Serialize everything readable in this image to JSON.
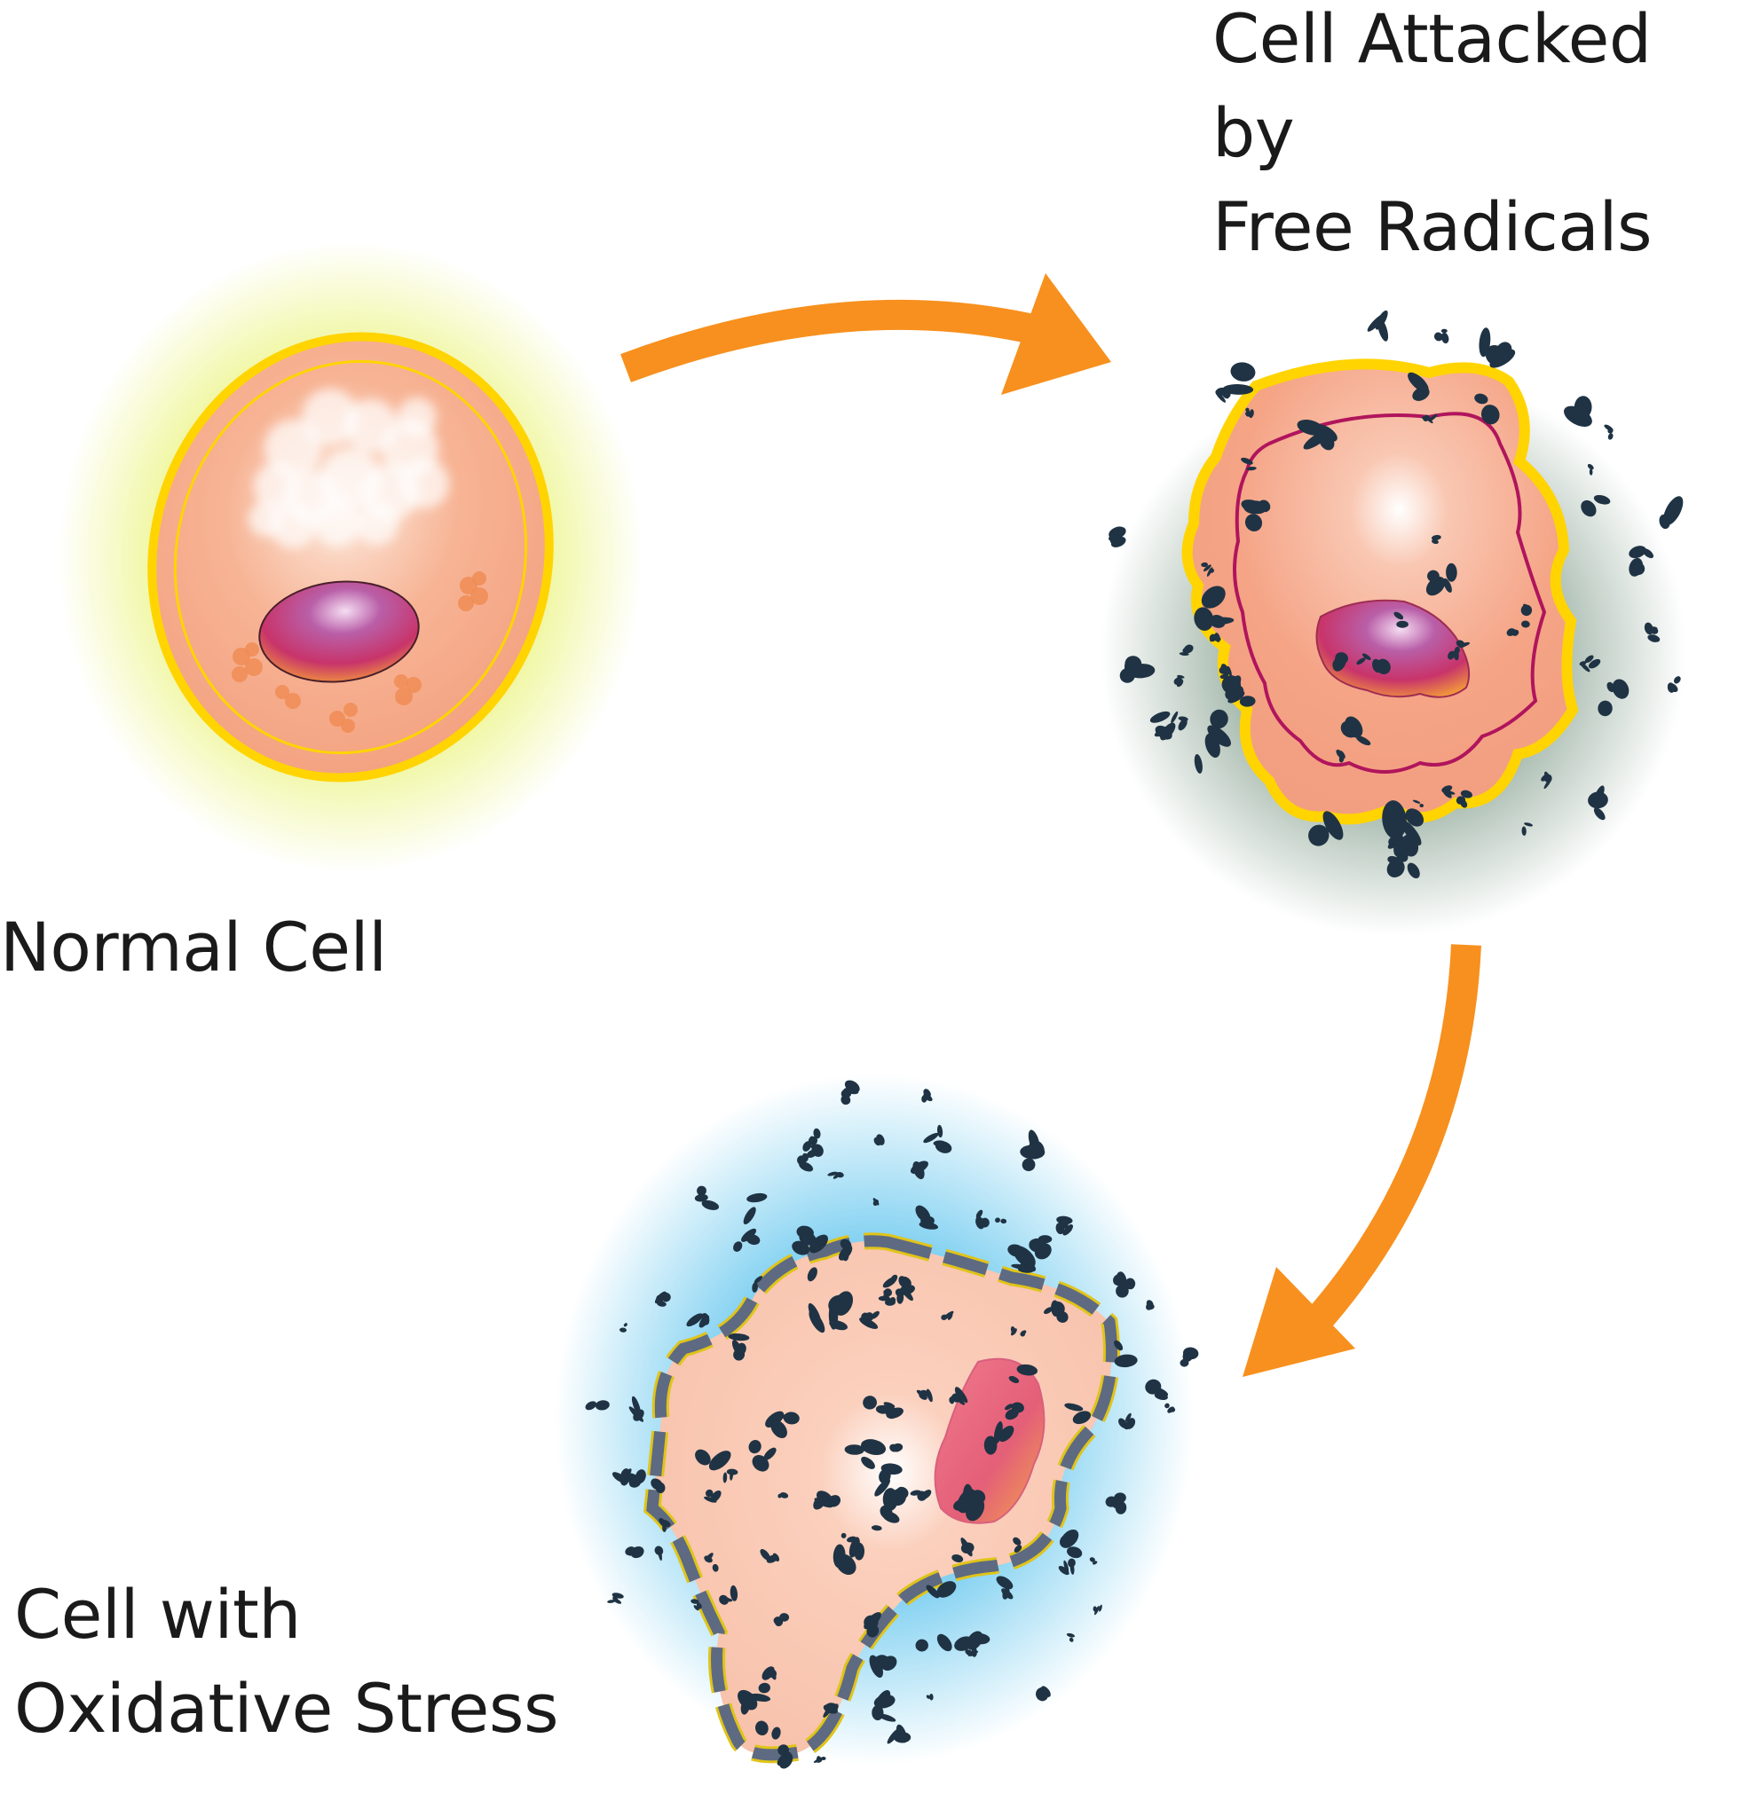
{
  "labels": {
    "normal": "Normal Cell",
    "attacked": "Cell Attacked by\nFree Radicals",
    "stress": "Cell with\nOxidative Stress"
  },
  "colors": {
    "arrow": "#F7901E",
    "membrane": "#FFD400",
    "cytoplasm": "#F6A98C",
    "nucleus": "#C93A6E",
    "radical": "#1F3344",
    "glow_normal": "#E9F27A",
    "glow_attacked": "#7F9A86",
    "glow_stress": "#6CC8EE",
    "damaged_membrane": "#5E6A82",
    "inner_membrane": "#B0155C"
  }
}
